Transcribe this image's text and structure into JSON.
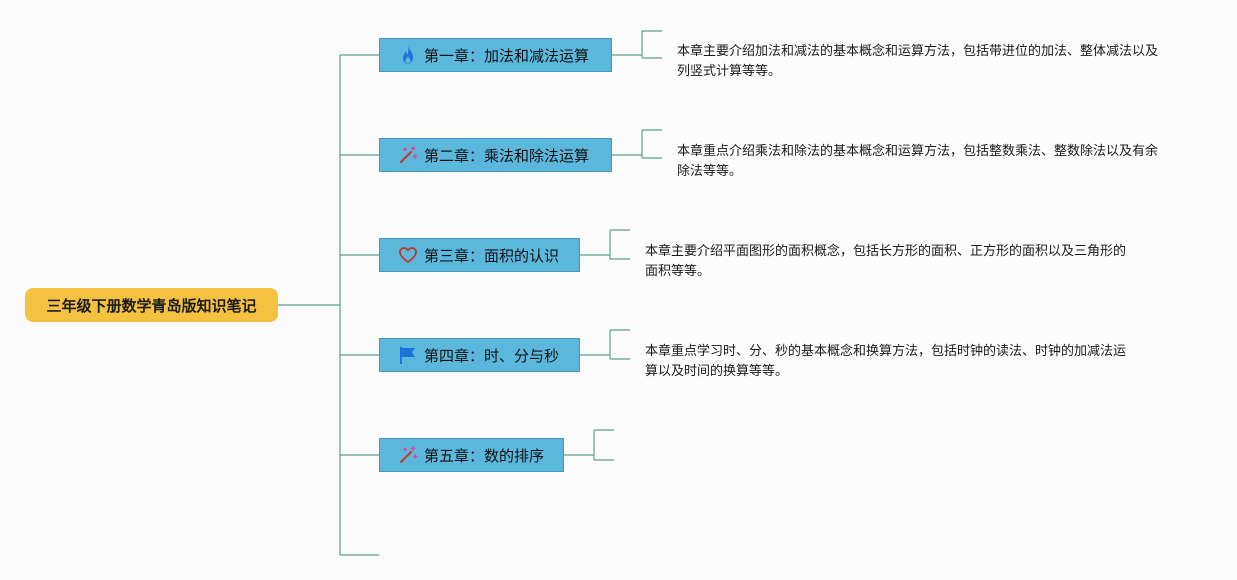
{
  "root": {
    "title": "三年级下册数学青岛版知识笔记"
  },
  "chapters": [
    {
      "title": "第一章：加法和减法运算",
      "icon": "flame-icon",
      "description": "本章主要介绍加法和减法的基本概念和运算方法，包括带进位的加法、整体减法以及列竖式计算等等。"
    },
    {
      "title": "第二章：乘法和除法运算",
      "icon": "magic-wand-icon",
      "description": "本章重点介绍乘法和除法的基本概念和运算方法，包括整数乘法、整数除法以及有余除法等等。"
    },
    {
      "title": "第三章：面积的认识",
      "icon": "heart-icon",
      "description": "本章主要介绍平面图形的面积概念，包括长方形的面积、正方形的面积以及三角形的面积等等。"
    },
    {
      "title": "第四章：时、分与秒",
      "icon": "flag-icon",
      "description": "本章重点学习时、分、秒的基本概念和换算方法，包括时钟的读法、时钟的加减法运算以及时间的换算等等。"
    },
    {
      "title": "第五章：数的排序",
      "icon": "magic-wand-icon",
      "description": ""
    }
  ],
  "colors": {
    "root_fill": "#f4c240",
    "chapter_fill": "#5bb8dc",
    "connector": "#5a9e8e",
    "flame": "#1e73d8",
    "wand_stick": "#c0392b",
    "wand_sparkle": "#e84393",
    "heart": "#c0392b",
    "flag": "#1e73d8"
  }
}
